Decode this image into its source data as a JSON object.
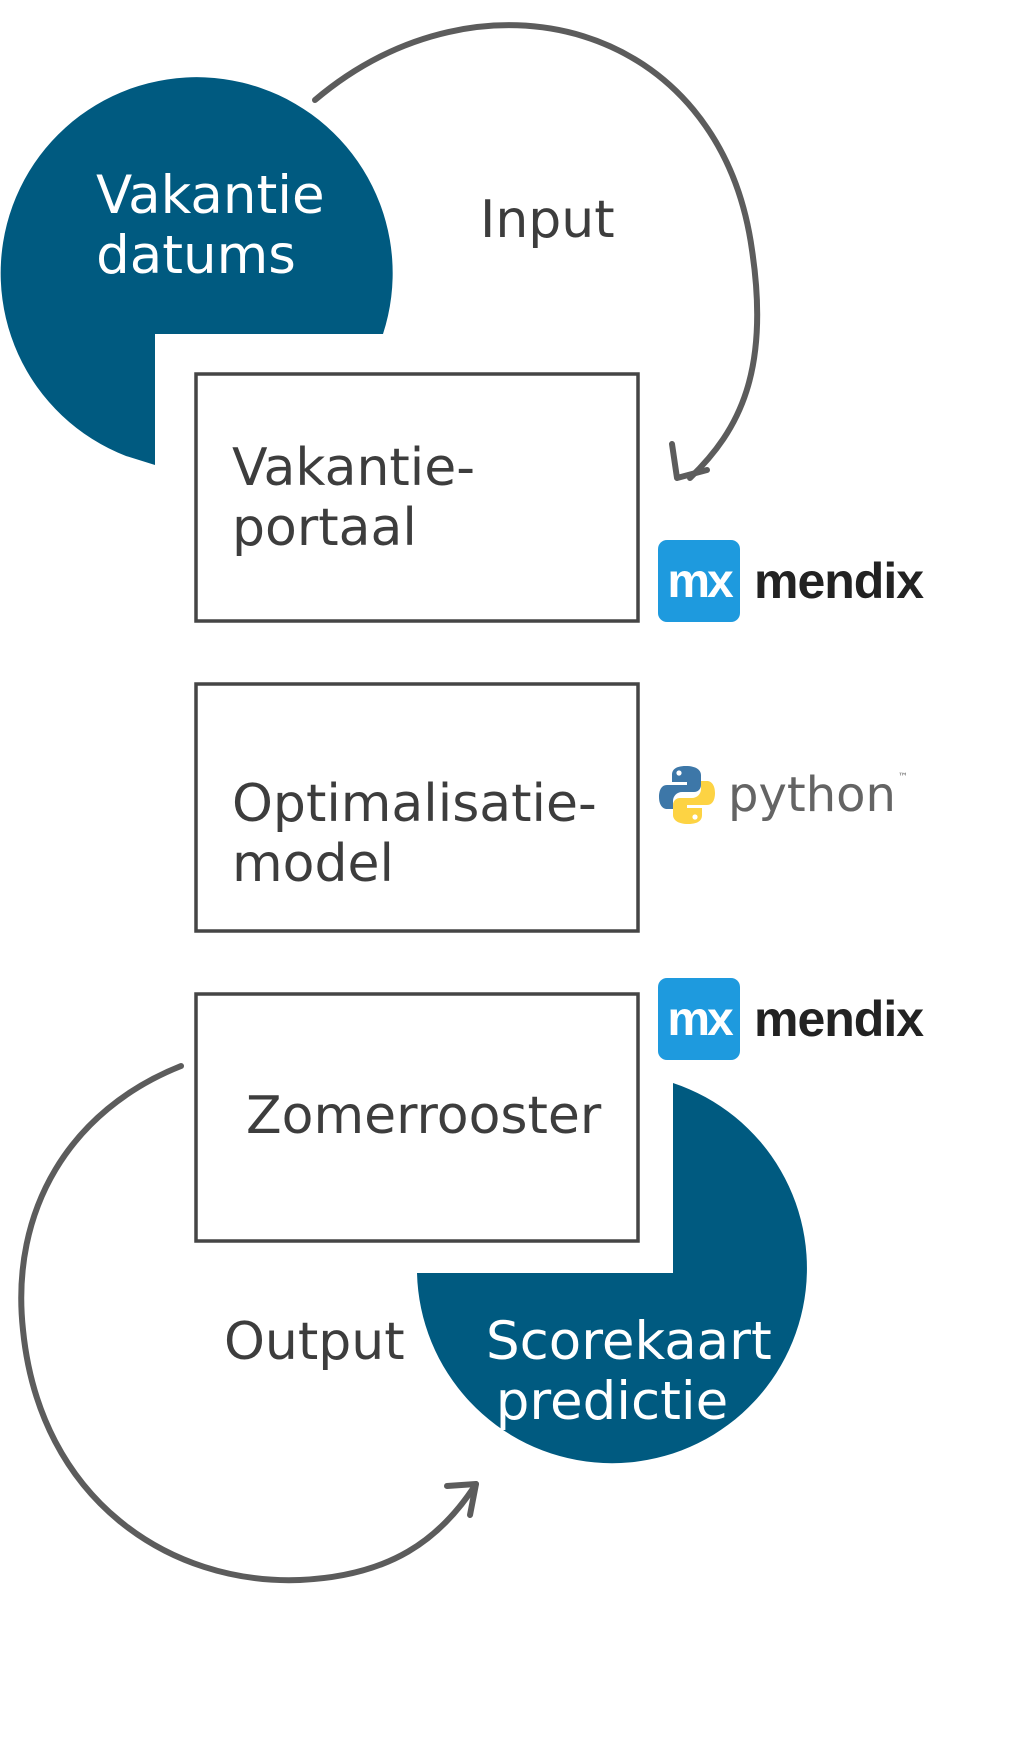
{
  "colors": {
    "bubble": "#005a80",
    "arrow": "#5c5c5c",
    "box_border": "#454545",
    "text": "#3d3d3d",
    "mendix_tile": "#1e9ade",
    "python_blue": "#3d77a8",
    "python_yellow": "#fdd343"
  },
  "bubbles": {
    "top": {
      "lines": [
        "Vakantie",
        "datums"
      ]
    },
    "bottom": {
      "lines": [
        "Scorekaart",
        "predictie"
      ]
    }
  },
  "flow": {
    "input_label": "Input",
    "output_label": "Output"
  },
  "boxes": [
    {
      "lines": [
        "Vakantie-",
        "portaal"
      ],
      "logo": "mendix"
    },
    {
      "lines": [
        "Optimalisatie-",
        "model"
      ],
      "logo": "python"
    },
    {
      "lines": [
        "Zomerrooster"
      ],
      "logo": "mendix"
    }
  ],
  "logos": {
    "mendix": {
      "icon": "mendix-mx-icon",
      "tile_text": "mx",
      "wordmark": "mendix"
    },
    "python": {
      "icon": "python-snakes-icon",
      "wordmark": "python",
      "trademark": "™"
    }
  }
}
